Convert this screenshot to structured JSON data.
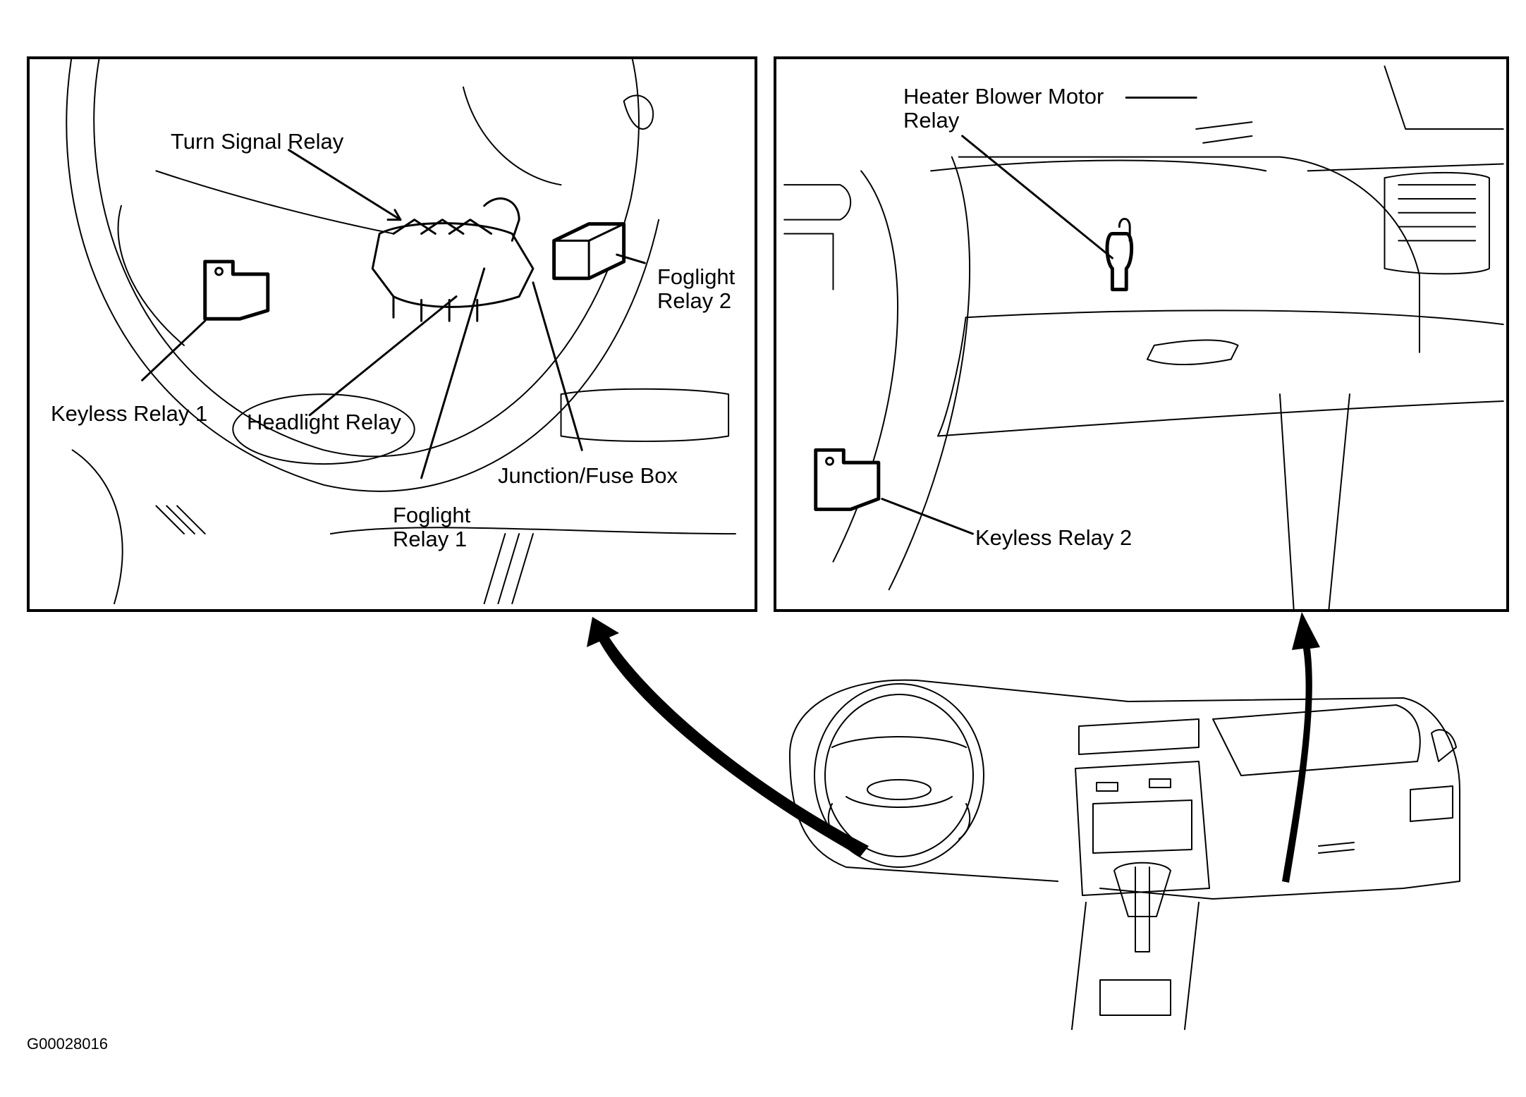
{
  "left_panel": {
    "labels": {
      "turn_signal_relay": "Turn Signal Relay",
      "foglight_relay_2": "Foglight\nRelay 2",
      "keyless_relay_1": "Keyless Relay 1",
      "headlight_relay": "Headlight Relay",
      "junction_fuse_box": "Junction/Fuse Box",
      "foglight_relay_1": "Foglight\nRelay 1"
    }
  },
  "right_panel": {
    "labels": {
      "heater_blower_motor_relay": "Heater Blower Motor\nRelay",
      "keyless_relay_2": "Keyless Relay 2"
    }
  },
  "figure_code": "G00028016"
}
